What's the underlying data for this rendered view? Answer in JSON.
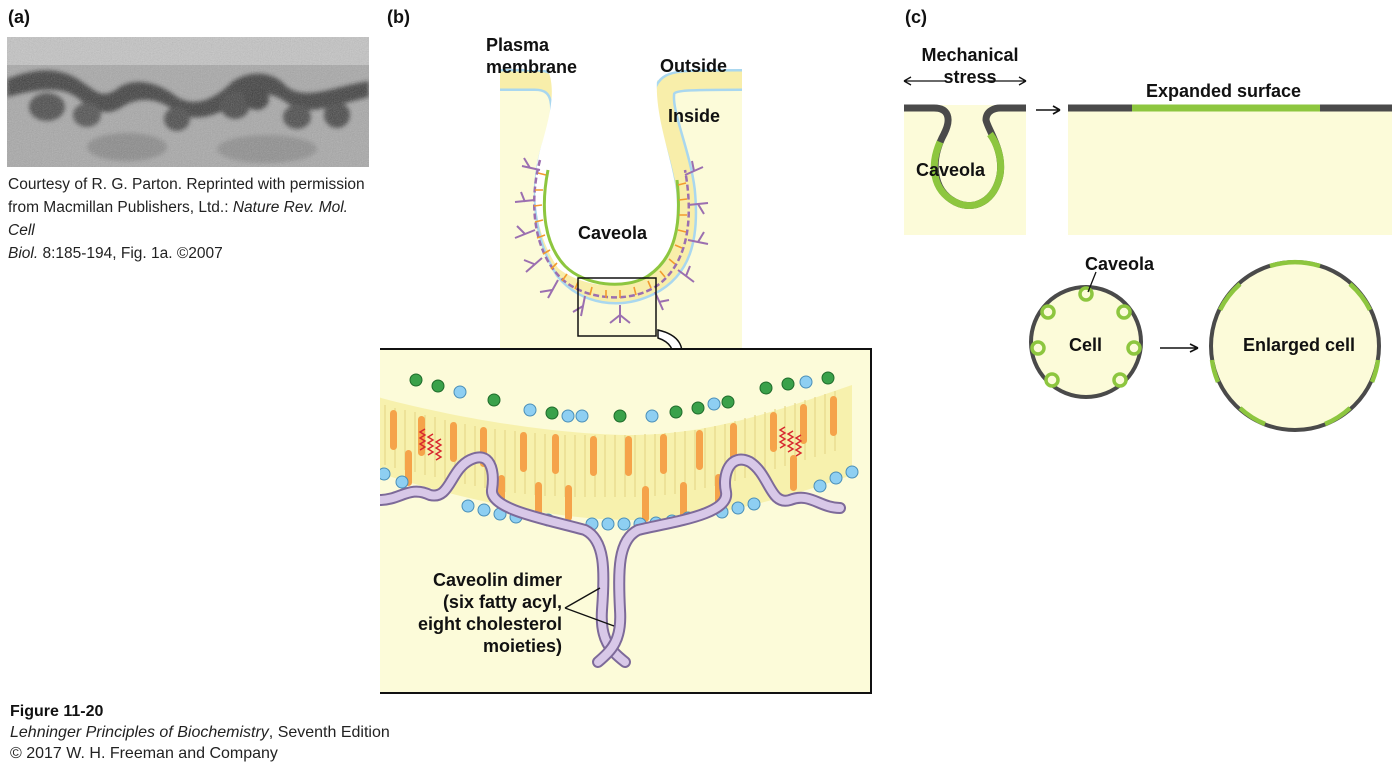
{
  "panels": {
    "a": {
      "label": "(a)"
    },
    "b": {
      "label": "(b)"
    },
    "c": {
      "label": "(c)"
    }
  },
  "panel_a": {
    "credit_line1": "Courtesy of R. G. Parton. Reprinted with permission",
    "credit_line2": "from Macmillan Publishers, Ltd.:",
    "credit_journal": "Nature Rev. Mol. Cell",
    "credit_line3_italic": "Biol.",
    "credit_line3_rest": "8:185-194, Fig. 1a. ©2007"
  },
  "panel_b": {
    "plasma_membrane_1": "Plasma",
    "plasma_membrane_2": "membrane",
    "outside": "Outside",
    "inside": "Inside",
    "caveola": "Caveola",
    "dimer_1": "Caveolin dimer",
    "dimer_2": "(six fatty acyl,",
    "dimer_3": "eight cholesterol",
    "dimer_4": "moieties)"
  },
  "panel_c": {
    "stress_1": "Mechanical",
    "stress_2": "stress",
    "expanded": "Expanded surface",
    "caveola_top": "Caveola",
    "caveola_cell": "Caveola",
    "cell": "Cell",
    "enlarged": "Enlarged cell"
  },
  "caption": {
    "figure": "Figure 11-20",
    "book_italic": "Lehninger Principles of Biochemistry",
    "book_rest": ", Seventh Edition",
    "copyright": "© 2017 W. H. Freeman and Company"
  },
  "colors": {
    "cytoplasm": "#fcfbd9",
    "membrane_yellow": "#f8eeaa",
    "membrane_blue": "#a9d7ef",
    "caveolin_green": "#8dc63f",
    "caveolin_purple": "#9b6fb0",
    "fatty_red": "#d7262e",
    "membrane_dark": "#4a4a4a"
  }
}
